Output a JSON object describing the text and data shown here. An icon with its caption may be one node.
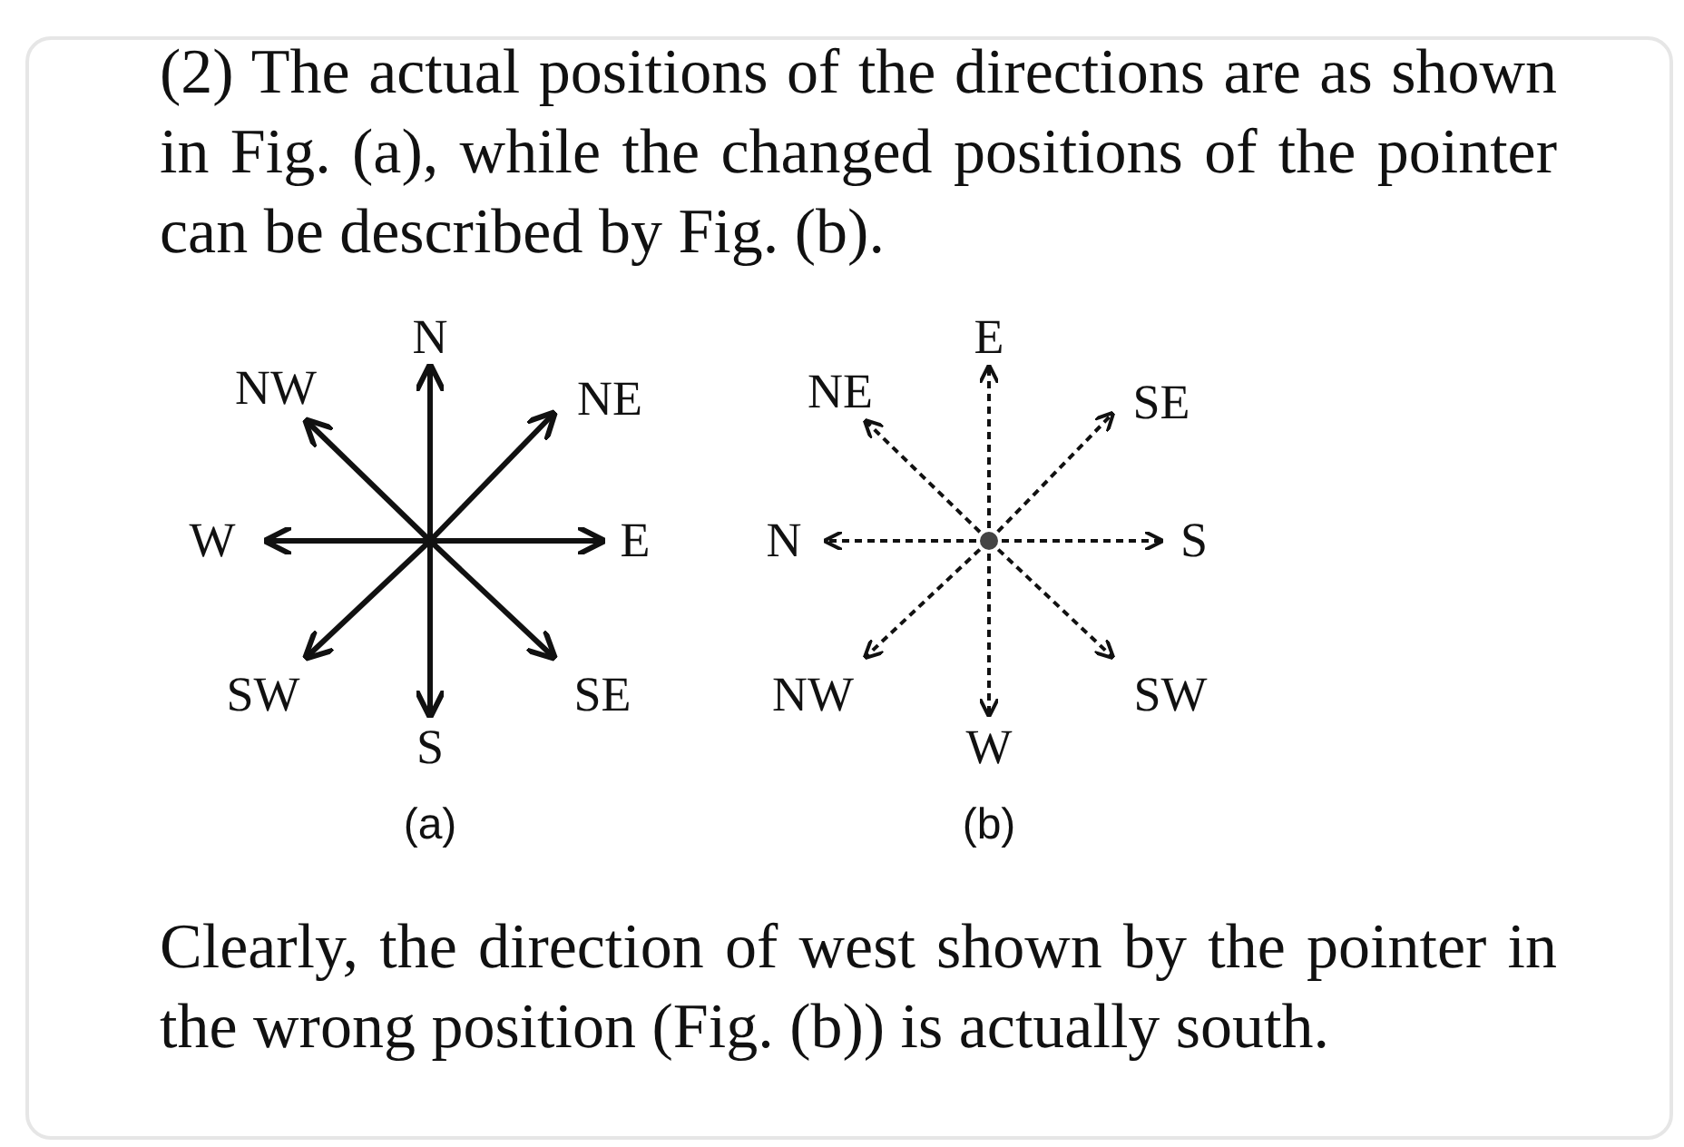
{
  "diagram": {
    "labels": [
      "(2) The actual positions of the directions are as shown in Fig. (a), while the changed positions of the pointer can be described by Fig. (b).",
      "N",
      "NW",
      "NE",
      "W",
      "E",
      "SW",
      "SE",
      "S",
      "(a)",
      "E",
      "NE",
      "SE",
      "N",
      "S",
      "NW",
      "SW",
      "W",
      "(b)",
      "Clearly, the direction of west shown by the pointer in the wrong position (Fig. (b)) is actually south."
    ]
  }
}
